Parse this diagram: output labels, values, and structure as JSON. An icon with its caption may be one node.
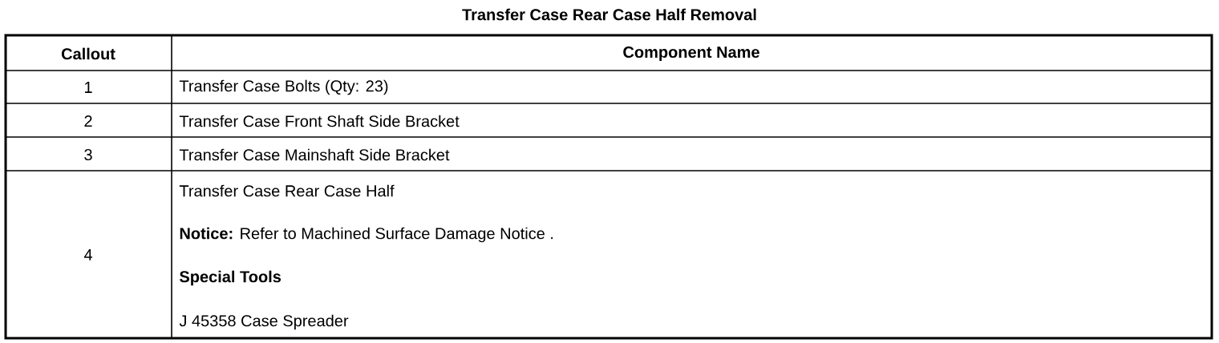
{
  "diagram": {
    "title": "Transfer Case Rear Case Half Removal",
    "labels": [
      "Callout",
      "Component Name",
      "1",
      "Transfer Case Bolts (Qty: 23)",
      "2",
      "Transfer Case Front Shaft Side Bracket",
      "3",
      "Transfer Case Mainshaft Side Bracket",
      "4",
      "Transfer Case Rear Case Half",
      "**Notice:** Refer to Machined Surface Damage Notice .",
      "Special Tools",
      "J 45358 Case Spreader"
    ]
  }
}
